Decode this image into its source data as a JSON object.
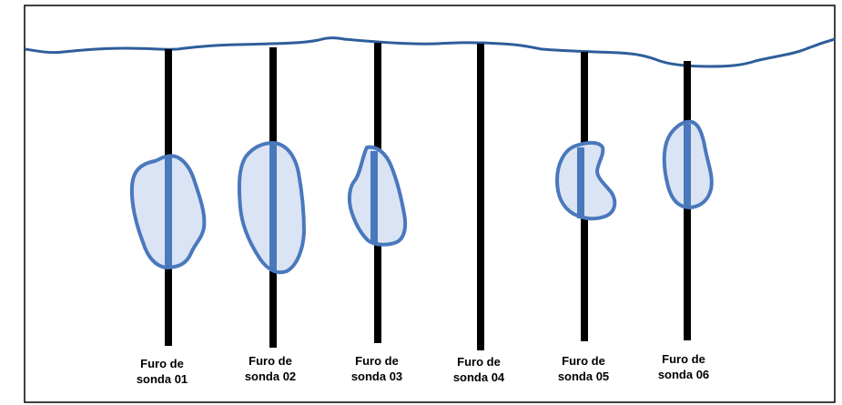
{
  "colors": {
    "background": "#ffffff",
    "border": "#000000",
    "ground_line": "#2e5e9b",
    "drill_hole": "#000000",
    "ore_fill": "#dbe4f4",
    "ore_stroke": "#4a78bd",
    "intercept": "#4a78bd",
    "label_text": "#000000"
  },
  "drill_holes": [
    {
      "id": "01",
      "label_line1": "Furo de",
      "label_line2": "sonda 01",
      "has_ore_body": true
    },
    {
      "id": "02",
      "label_line1": "Furo de",
      "label_line2": "sonda 02",
      "has_ore_body": true
    },
    {
      "id": "03",
      "label_line1": "Furo de",
      "label_line2": "sonda 03",
      "has_ore_body": true
    },
    {
      "id": "04",
      "label_line1": "Furo de",
      "label_line2": "sonda 04",
      "has_ore_body": false
    },
    {
      "id": "05",
      "label_line1": "Furo de",
      "label_line2": "sonda 05",
      "has_ore_body": true
    },
    {
      "id": "06",
      "label_line1": "Furo de",
      "label_line2": "sonda 06",
      "has_ore_body": true
    }
  ]
}
